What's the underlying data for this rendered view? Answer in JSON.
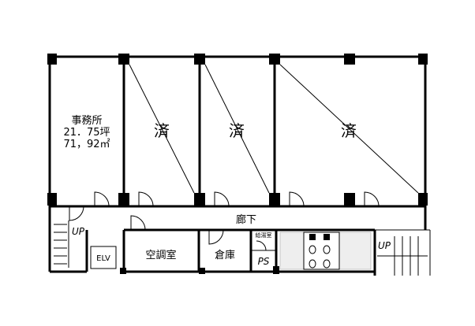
{
  "title": "Floor plan",
  "rooms": {
    "office": {
      "name": "事務所",
      "area_tsubo": "21．75坪",
      "area_sqm": "71，92㎡"
    },
    "leased_1": "済",
    "leased_2": "済",
    "leased_3": "済",
    "corridor": "廊下",
    "ac_room": "空調室",
    "storage": "倉庫",
    "kitchenette": "給湯室",
    "ps": "PS",
    "elevator": "ELV",
    "stair_left_up": "UP",
    "stair_right_up": "UP"
  }
}
